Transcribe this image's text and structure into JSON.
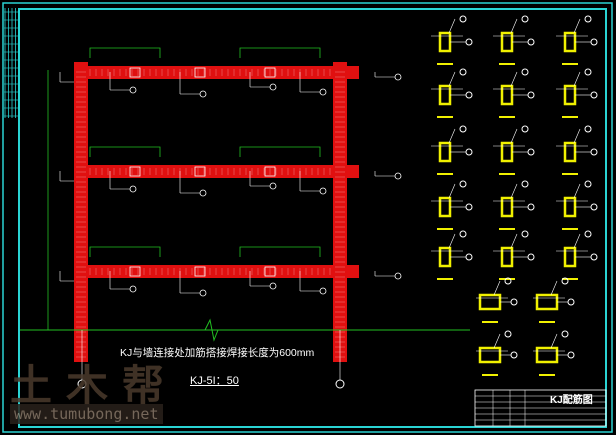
{
  "drawing": {
    "note": "KJ与墙连接处加筋搭接焊接长度为600mm",
    "scale_label": "KJ-5I：50",
    "title_block_title": "KJ配筋图"
  },
  "watermark": {
    "logo_text": "土木帮",
    "url": "www.tumubong.net"
  },
  "colors": {
    "border": "#2ad4d4",
    "concrete": "#e01010",
    "dimension": "#22c022",
    "section": "#f0f000",
    "text": "#ffffff"
  }
}
